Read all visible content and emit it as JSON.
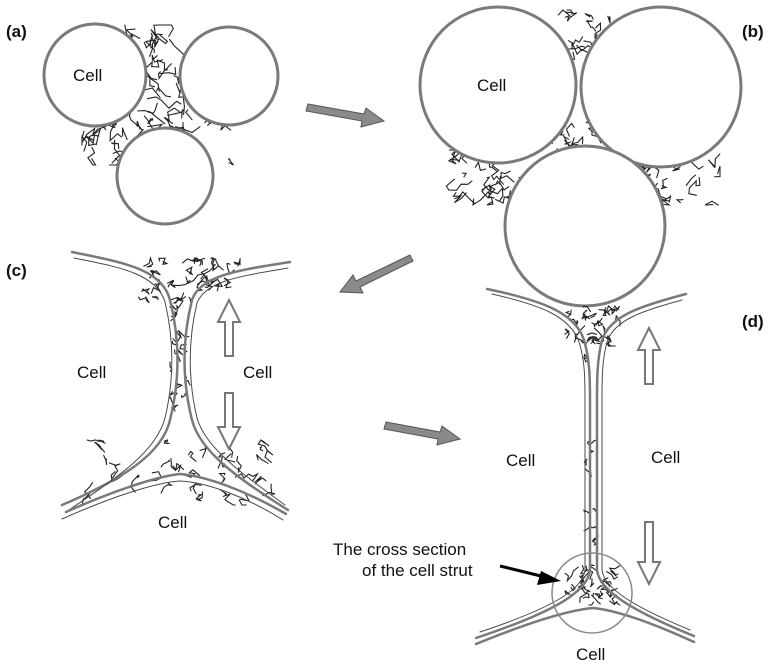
{
  "panels": {
    "a": {
      "tag": "(a)",
      "cell_label": "Cell"
    },
    "b": {
      "tag": "(b)",
      "cell_label": "Cell"
    },
    "c": {
      "tag": "(c)",
      "cell_left": "Cell",
      "cell_right": "Cell",
      "cell_bottom": "Cell"
    },
    "d": {
      "tag": "(d)",
      "cell_left": "Cell",
      "cell_right": "Cell",
      "cell_bottom": "Cell",
      "annotation_line1": "The cross section",
      "annotation_line2": "of the cell strut"
    }
  },
  "colors": {
    "wall": "#7a7a7a",
    "fiber": "#222222",
    "arrow_fill": "#8a8a8a"
  }
}
